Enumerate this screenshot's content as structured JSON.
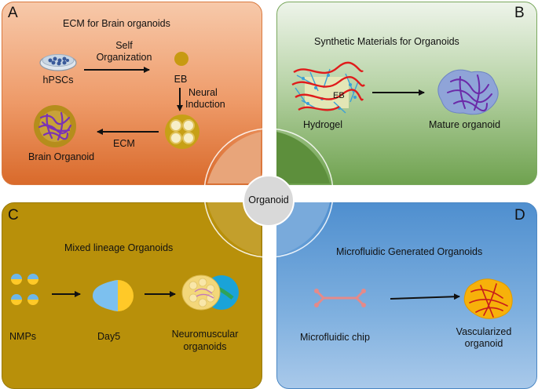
{
  "center": {
    "label": "Organoid"
  },
  "panel_a": {
    "letter": "A",
    "title": "ECM for Brain organoids",
    "start": "hPSCs",
    "step1_line1": "Self",
    "step1_line2": "Organization",
    "eb": "EB",
    "step2_line1": "Neural",
    "step2_line2": "Induction",
    "step3": "ECM",
    "result": "Brain Organoid"
  },
  "panel_b": {
    "letter": "B",
    "title": "Synthetic Materials for  Organoids",
    "eb": "EB",
    "start": "Hydrogel",
    "result": "Mature organoid"
  },
  "panel_c": {
    "letter": "C",
    "title": "Mixed lineage  Organoids",
    "start": "NMPs",
    "middle": "Day5",
    "result_line1": "Neuromuscular",
    "result_line2": "organoids"
  },
  "panel_d": {
    "letter": "D",
    "title": "Microfluidic Generated  Organoids",
    "start": "Microfluidic chip",
    "result_line1": "Vascularized",
    "result_line2": "organoid"
  }
}
